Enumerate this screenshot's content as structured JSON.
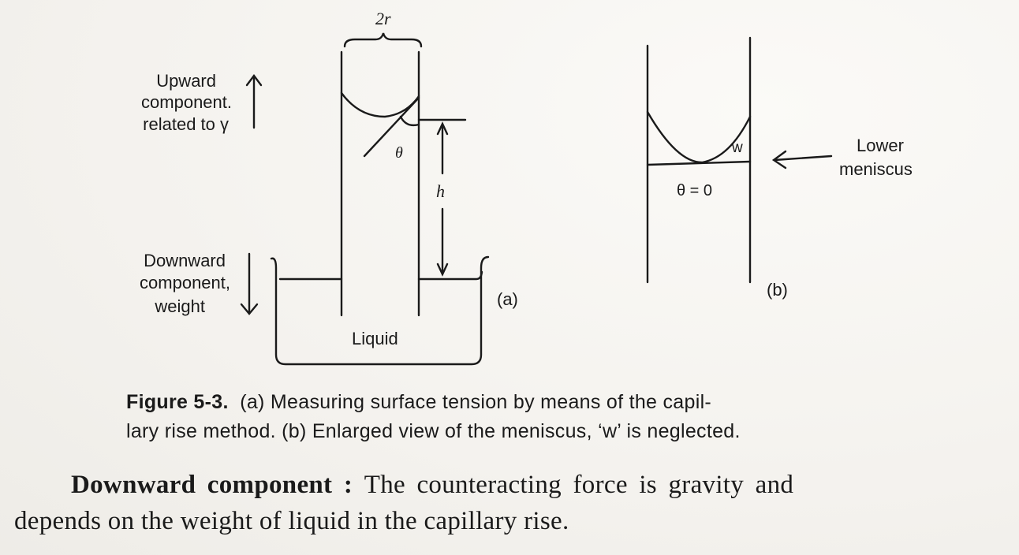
{
  "figure": {
    "label_2r": "2r",
    "upward": {
      "line1": "Upward",
      "line2": "component.",
      "line3": "related to γ"
    },
    "downward": {
      "line1": "Downward",
      "line2": "component,",
      "line3": "weight"
    },
    "theta_a": "θ",
    "h": "h",
    "liquid": "Liquid",
    "panel_a": "(a)",
    "w": "w",
    "theta_b": "θ = 0",
    "panel_b": "(b)",
    "lower_meniscus": {
      "line1": "Lower",
      "line2": "meniscus"
    }
  },
  "caption": {
    "label": "Figure 5-3.",
    "line1_text": "(a) Measuring surface tension by means of the capil-",
    "line2_text": "lary rise method.  (b) Enlarged view of the meniscus, ‘w’ is neglected."
  },
  "paragraph": {
    "run_in": "Downward component",
    "colon": " : ",
    "line1_text": "The counteracting force is gravity and",
    "line2_text": "depends on the weight of liquid in the capillary rise."
  }
}
